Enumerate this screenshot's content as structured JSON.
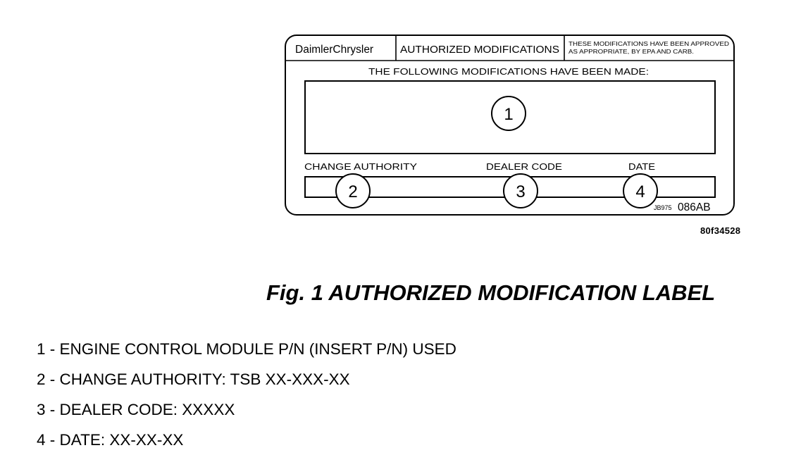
{
  "label": {
    "brand": "DaimlerChrysler",
    "heading": "AUTHORIZED MODIFICATIONS",
    "approval_note_line1": "THESE MODIFICATIONS HAVE BEEN APPROVED",
    "approval_note_line2": "AS APPROPRIATE, BY EPA AND CARB.",
    "intro": "THE FOLLOWING MODIFICATIONS HAVE BEEN MADE:",
    "field_labels": {
      "change_authority": "CHANGE AUTHORITY",
      "dealer_code": "DEALER CODE",
      "date": "DATE"
    },
    "callouts": [
      "1",
      "2",
      "3",
      "4"
    ],
    "label_code_small": "JB975",
    "label_code_large": "086AB"
  },
  "figure": {
    "id": "80f34528",
    "caption": "Fig. 1 AUTHORIZED MODIFICATION LABEL"
  },
  "legend": [
    "1 - ENGINE CONTROL MODULE P/N (INSERT P/N) USED",
    "2 - CHANGE AUTHORITY: TSB XX-XXX-XX",
    "3 - DEALER CODE: XXXXX",
    "4 - DATE: XX-XX-XX"
  ]
}
